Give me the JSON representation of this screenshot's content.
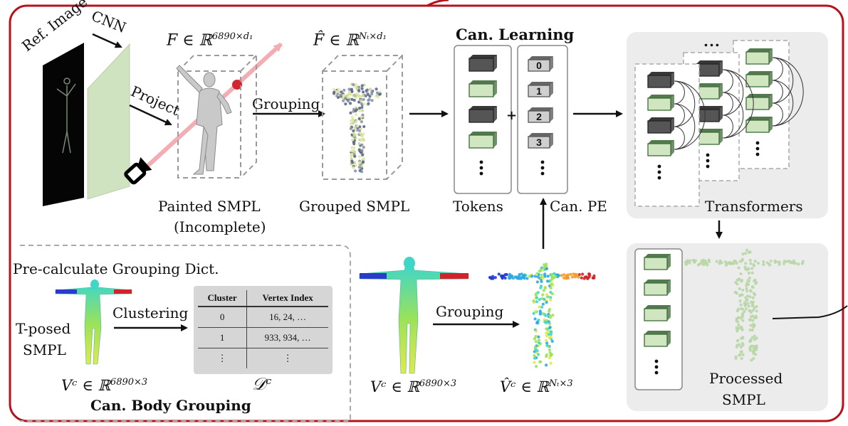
{
  "labels": {
    "ref_image": "Ref. Image",
    "cnn": "CNN",
    "project": "Project",
    "painted_smpl_1": "Painted SMPL",
    "painted_smpl_2": "(Incomplete)",
    "grouping_top": "Grouping",
    "grouped_smpl": "Grouped SMPL",
    "can_learning": "Can. Learning",
    "tokens": "Tokens",
    "can_pe": "Can. PE",
    "transformers": "Transformers",
    "pre_calc": "Pre-calculate Grouping Dict.",
    "clustering": "Clustering",
    "t_posed_1": "T-posed",
    "t_posed_2": "SMPL",
    "grouping_bottom": "Grouping",
    "can_body_grouping": "Can. Body Grouping",
    "processed_1": "Processed",
    "processed_2": "SMPL",
    "plus": "+",
    "ellipsis": "⋮",
    "dots_top": "..."
  },
  "math": {
    "F": "F ∈ ℝ",
    "F_sup": "6890×d₁",
    "F_hat": "F̂ ∈ ℝ",
    "F_hat_sup": "Nₜ×d₁",
    "Vc_left": "Vᶜ ∈ ℝ",
    "Vc_left_sup": "6890×3",
    "Dc": "𝒟ᶜ",
    "Vc_mid": "Vᶜ ∈ ℝ",
    "Vc_mid_sup": "6890×3",
    "Vc_hat": "V̂ᶜ ∈ ℝ",
    "Vc_hat_sup": "Nₜ×3"
  },
  "pe_indices": [
    "0",
    "1",
    "2",
    "3"
  ],
  "table": {
    "headers": [
      "Cluster",
      "Vertex Index"
    ],
    "rows": [
      [
        "0",
        "16, 24, …"
      ],
      [
        "1",
        "933, 934, …"
      ],
      [
        "⋮",
        "⋮"
      ]
    ]
  },
  "colors": {
    "frame": "#b5121b",
    "token_dark": "#555555",
    "token_green": "#cfe6c1",
    "token_green_edge": "#3f6b3a",
    "pe_gray": "#cfcfcf",
    "panel_gray": "#ededed",
    "ray": "#f2a0a6",
    "ray_dot": "#d0262f"
  }
}
